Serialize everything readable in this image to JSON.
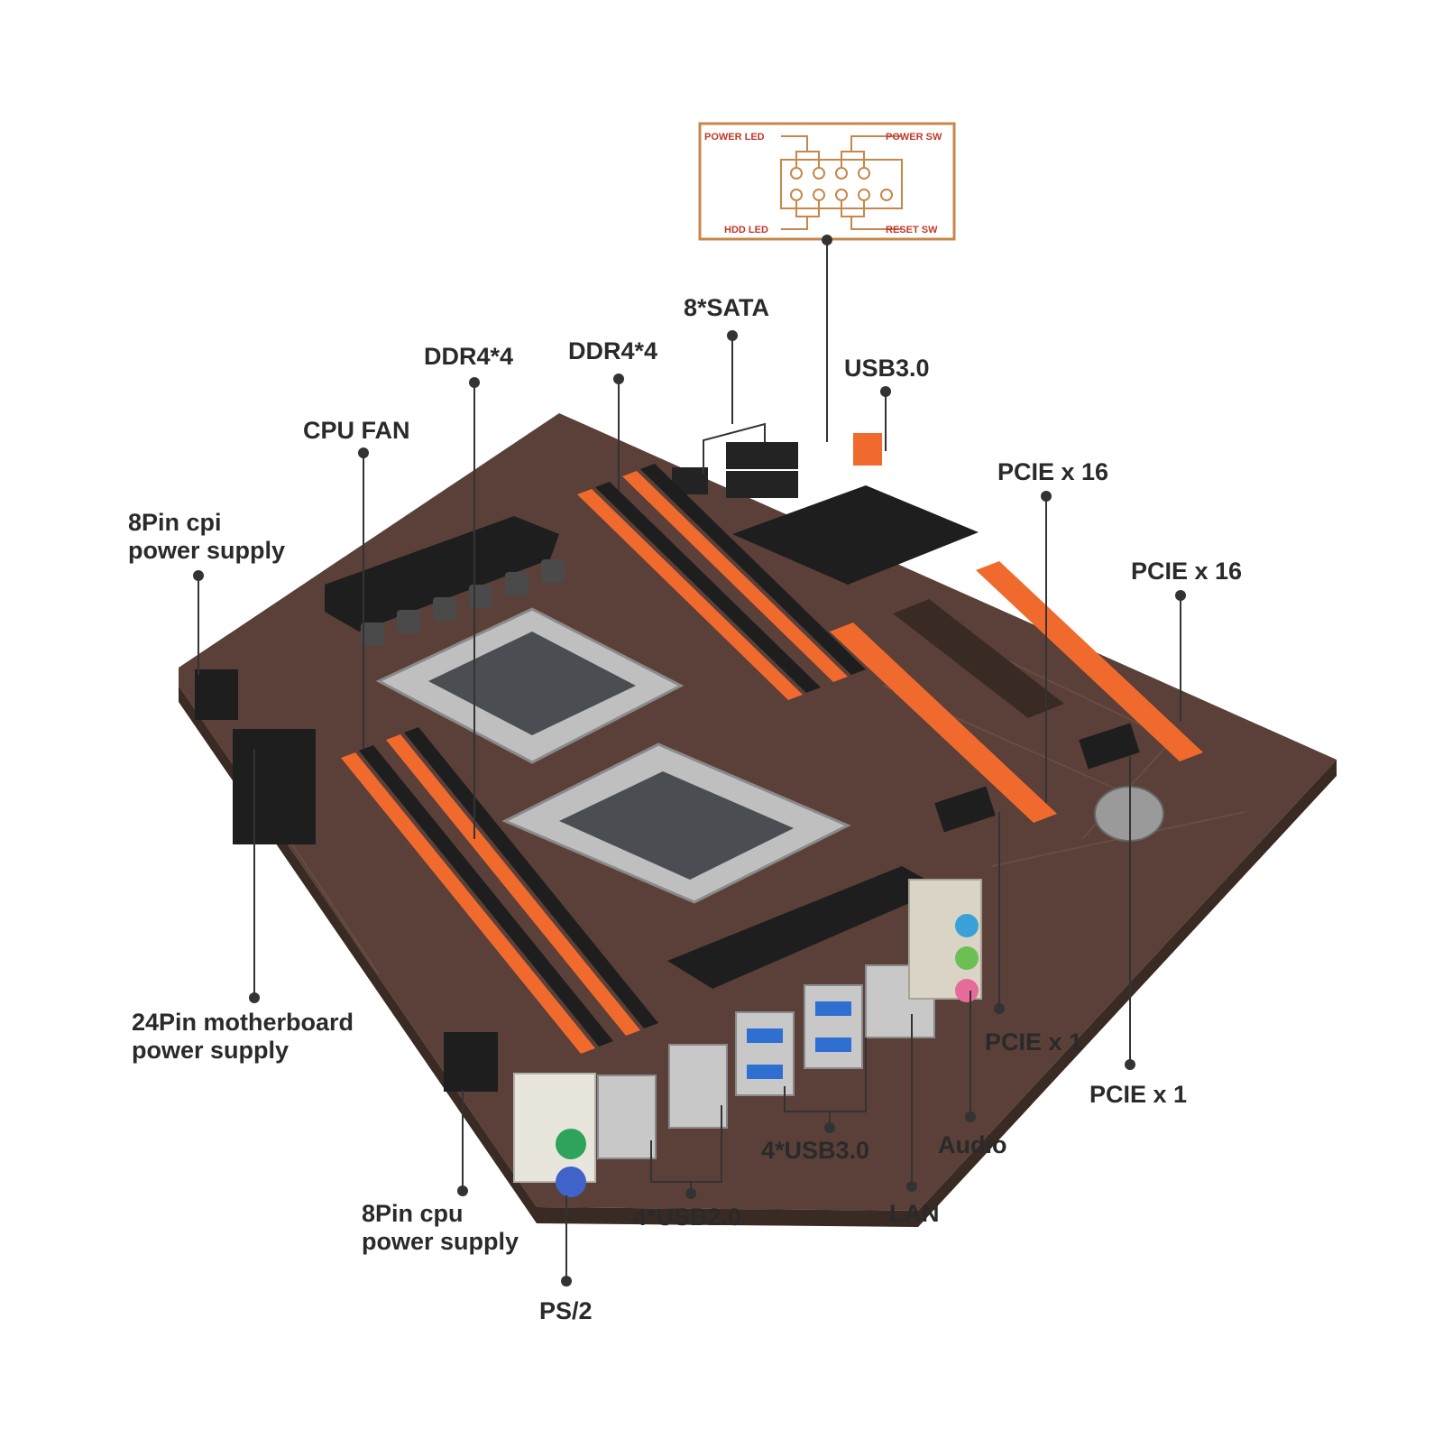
{
  "panel": {
    "power_led": "POWER LED",
    "power_sw": "POWER SW",
    "hdd_led": "HDD LED",
    "reset_sw": "RESET SW",
    "border_color": "#c8874a",
    "text_color": "#c0392b"
  },
  "labels": {
    "sata": "8*SATA",
    "ddr_left": "DDR4*4",
    "ddr_right": "DDR4*4",
    "usb30_top": "USB3.0",
    "cpu_fan": "CPU FAN",
    "pcie16_a": "PCIE x 16",
    "pcie16_b": "PCIE x 16",
    "cpu8_top_line1": "8Pin cpi",
    "cpu8_top_line2": "power supply",
    "atx24_line1": "24Pin motherboard",
    "atx24_line2": "power supply",
    "pcie1_a": "PCIE x 1",
    "pcie1_b": "PCIE x 1",
    "usb30_rear": "4*USB3.0",
    "audio": "Audio",
    "cpu8_bottom_line1": "8Pin cpu",
    "cpu8_bottom_line2": "power supply",
    "usb20": "4*USB2.0",
    "lan": "LAN",
    "ps2": "PS/2"
  },
  "colors": {
    "pcb": "#5a4038",
    "slot_orange": "#f06a2e",
    "heatsink": "#1e1e1e",
    "socket": "#c4c4c4",
    "callout_line": "#333333"
  }
}
